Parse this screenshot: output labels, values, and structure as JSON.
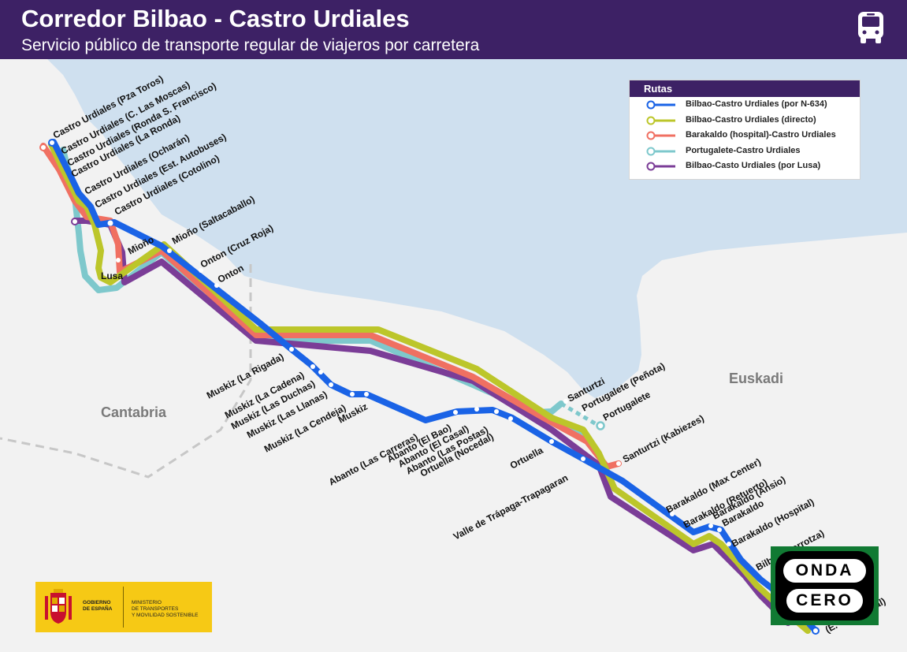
{
  "header": {
    "title": "Corredor Bilbao - Castro Urdiales",
    "subtitle": "Servicio público de transporte regular de viajeros por carretera",
    "icon": "bus-icon"
  },
  "colors": {
    "header_bg": "#3d2165",
    "sea": "#cfe0ef",
    "land": "#f2f2f2",
    "route_blue": "#1a63e6",
    "route_olive": "#bcc62a",
    "route_coral": "#f07062",
    "route_teal": "#7ec8cc",
    "route_purple": "#7b3d97"
  },
  "regions": {
    "cantabria": "Cantabria",
    "euskadi": "Euskadi"
  },
  "legend": {
    "title": "Rutas",
    "routes": [
      {
        "label": "Bilbao-Castro Urdiales (por N-634)",
        "color": "#1a63e6"
      },
      {
        "label": "Bilbao-Castro Urdiales (directo)",
        "color": "#bcc62a"
      },
      {
        "label": "Barakaldo (hospital)-Castro Urdiales",
        "color": "#f07062"
      },
      {
        "label": "Portugalete-Castro Urdiales",
        "color": "#7ec8cc"
      },
      {
        "label": "Bilbao-Casto Urdiales (por Lusa)",
        "color": "#7b3d97"
      }
    ]
  },
  "stops": {
    "cu_pza_toros": "Castro Urdiales (Pza Toros)",
    "cu_las_moscas": "Castro Urdiales (C. Las Moscas)",
    "cu_ronda_sf": "Castro Urdiales (Ronda S. Francisco)",
    "cu_la_ronda": "Castro Urdiales (La Ronda)",
    "cu_ocharan": "Castro Urdiales (Ocharán)",
    "cu_est_autobuses": "Castro Urdiales (Est. Autobuses)",
    "cu_cotolino": "Castro Urdiales (Cotolino)",
    "lusa": "Lusa",
    "miono": "Mioño",
    "miono_saltacaballo": "Mioño (Saltacaballo)",
    "onton_cruz_roja": "Onton (Cruz Roja)",
    "onton": "Onton",
    "muskiz_la_rigada": "Muskiz (La Rigada)",
    "muskiz_la_cadena": "Muskiz (La Cadena)",
    "muskiz_las_duchas": "Muskiz (Las Duchas)",
    "muskiz_las_llanas": "Muskiz (Las Llanas)",
    "muskiz_la_cendeja": "Muskiz (La Cendeja)",
    "muskiz": "Muskiz",
    "abanto_las_carreras": "Abanto (Las Carreras)",
    "abanto_el_bao": "Abanto (El Bao)",
    "abanto_el_casal": "Abanto (El Casal)",
    "abanto_las_postas": "Abanto (Las Postas)",
    "ortuella_nocedal": "Ortuella (Nocedal)",
    "ortuella": "Ortuella",
    "valle_trapaga": "Valle de Trápaga-Trapagaran",
    "santurtzi": "Santurtzi",
    "portugalete_penota": "Portugalete (Peñota)",
    "portugalete": "Portugalete",
    "santurtzi_kabiezes": "Santurtzi (Kabiezes)",
    "barakaldo_max_center": "Barakaldo (Max Center)",
    "barakaldo_retuerto": "Barakaldo (Retuerto)",
    "barakaldo_ansio": "Barakaldo (Ansio)",
    "barakaldo": "Barakaldo",
    "barakaldo_hospital": "Barakaldo (Hospital)",
    "bilbao_zorrotza": "Bilbao (Zorrotza)",
    "e_partial": "(E.",
    "dal_partial": "dal)"
  },
  "gov_logo": {
    "name": "GOBIERNO\nDE ESPAÑA",
    "ministry": "MINISTERIO\nDE TRANSPORTES\nY MOVILIDAD SOSTENIBLE"
  },
  "onda_logo": {
    "top": "ONDA",
    "bottom": "CERO"
  }
}
